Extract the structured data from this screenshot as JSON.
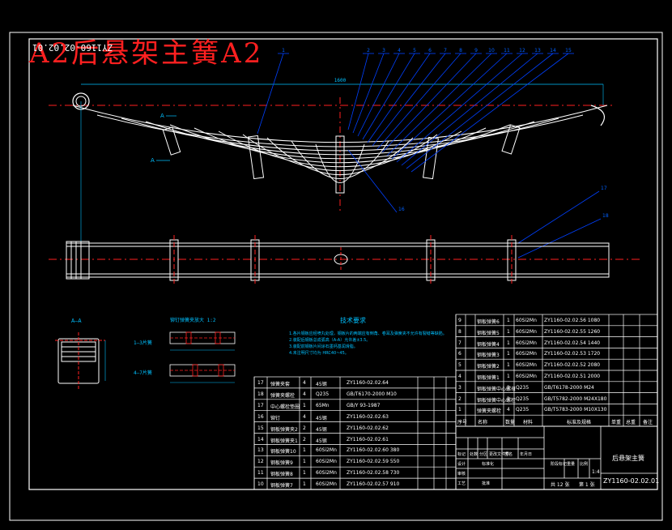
{
  "stamp": {
    "title": "A2后悬架主簧A2",
    "code_rotated": "ZY1160-02.02.01"
  },
  "drawing": {
    "section_label": "A—A",
    "section_mark_top": "A",
    "section_mark_bottom": "A",
    "clip_group_1": "1—3片簧",
    "clip_group_2": "4—7片簧",
    "clip_detail_title": "铆钉弹簧夹放大 1:2",
    "tech_title": "技术要求",
    "tech_notes": [
      "1.各片钢板应经喷丸处理，钢板片的两端应有倒角、卷耳及弹簧夹不允许有裂缝等缺陷。",
      "2.装配后钢板总成弧高（A-A）允许差±3.5。",
      "3.装配前钢板片间涂石墨钙基润滑脂。",
      "4.未注明尺寸均为 HRC40~45。"
    ]
  },
  "balloons_top": [
    "1",
    "2",
    "3",
    "4",
    "5",
    "6",
    "7",
    "8",
    "9",
    "10",
    "11",
    "12",
    "13",
    "14",
    "15"
  ],
  "balloon_side": [
    "16",
    "17",
    "18"
  ],
  "bom_right": [
    {
      "no": "9",
      "name": "钢板弹簧6",
      "qty": "1",
      "mat": "60Si2Mn",
      "code": "ZY1160-02.02.56 1080"
    },
    {
      "no": "8",
      "name": "钢板弹簧5",
      "qty": "1",
      "mat": "60Si2Mn",
      "code": "ZY1160-02.02.55 1260"
    },
    {
      "no": "7",
      "name": "钢板弹簧4",
      "qty": "1",
      "mat": "60Si2Mn",
      "code": "ZY1160-02.02.54 1440"
    },
    {
      "no": "6",
      "name": "钢板弹簧3",
      "qty": "1",
      "mat": "60Si2Mn",
      "code": "ZY1160-02.02.53 1720"
    },
    {
      "no": "5",
      "name": "钢板弹簧2",
      "qty": "1",
      "mat": "60Si2Mn",
      "code": "ZY1160-02.02.52 2080"
    },
    {
      "no": "4",
      "name": "钢板弹簧1",
      "qty": "1",
      "mat": "60Si2Mn",
      "code": "ZY1160-02.02.51 2000"
    },
    {
      "no": "3",
      "name": "钢板弹簧中心螺母",
      "qty": "1",
      "mat": "Q235",
      "code": "GB/T6178-2000  M24"
    },
    {
      "no": "2",
      "name": "钢板弹簧中心螺栓",
      "qty": "1",
      "mat": "Q235",
      "code": "GB/T5782-2000  M24X180"
    },
    {
      "no": "1",
      "name": "弹簧夹螺栓",
      "qty": "4",
      "mat": "Q235",
      "code": "GB/T5783-2000  M10X130"
    }
  ],
  "bom_right_header": {
    "no": "序号",
    "name": "名称",
    "qty": "数量",
    "mat": "材料",
    "code": "标准及规格",
    "c6": "单重",
    "c7": "总重",
    "c8": "备注"
  },
  "bom_left": [
    {
      "no": "17",
      "name": "弹簧夹套",
      "qty": "4",
      "mat": "45钢",
      "code": "ZY1160-02.02.64"
    },
    {
      "no": "18",
      "name": "弹簧夹螺栓",
      "qty": "4",
      "mat": "Q235",
      "code": "GB/T6170-2000  M10"
    },
    {
      "no": "17",
      "name": "中心螺栓垫圈",
      "qty": "1",
      "mat": "65Mn",
      "code": "GB/Y 93-1987"
    },
    {
      "no": "16",
      "name": "铆钉",
      "qty": "4",
      "mat": "45钢",
      "code": "ZY1160-02.02.63"
    },
    {
      "no": "15",
      "name": "钢板弹簧夹2",
      "qty": "2",
      "mat": "45钢",
      "code": "ZY1160-02.02.62"
    },
    {
      "no": "14",
      "name": "钢板弹簧夹1",
      "qty": "2",
      "mat": "45钢",
      "code": "ZY1160-02.02.61"
    },
    {
      "no": "13",
      "name": "钢板弹簧10",
      "qty": "1",
      "mat": "60Si2Mn",
      "code": "ZY1160-02.02.60 380"
    },
    {
      "no": "12",
      "name": "钢板弹簧9",
      "qty": "1",
      "mat": "60Si2Mn",
      "code": "ZY1160-02.02.59 550"
    },
    {
      "no": "11",
      "name": "钢板弹簧8",
      "qty": "1",
      "mat": "60Si2Mn",
      "code": "ZY1160-02.02.58 730"
    },
    {
      "no": "10",
      "name": "钢板弹簧7",
      "qty": "1",
      "mat": "60Si2Mn",
      "code": "ZY1160-02.02.57 910"
    }
  ],
  "title_block": {
    "part_name": "后悬架主簧",
    "drawing_no": "ZY1160-02.02.01",
    "sheet_total": "共 12 张",
    "sheet_no": "第 1 张",
    "scale": "1:4",
    "labels": [
      "标记",
      "处数",
      "分区",
      "更改文件号",
      "签名",
      "年月日",
      "设计",
      "标准化",
      "审核",
      "工艺",
      "批准",
      "阶段标记",
      "重量",
      "比例"
    ]
  },
  "colors": {
    "background": "#000000",
    "part_lines": "#ffffff",
    "center_lines": "#ff2020",
    "leader_lines": "#0040ff",
    "dimension": "#00c0ff",
    "stamp": "#ff2020"
  }
}
